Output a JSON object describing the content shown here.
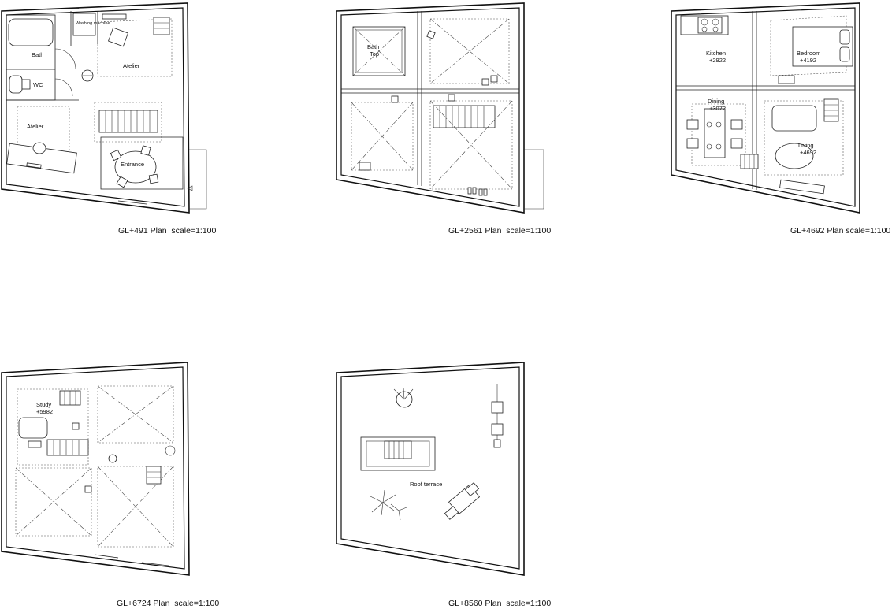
{
  "plans": [
    {
      "caption": "GL+491 Plan  scale=1:100",
      "rooms": {
        "bath": "Bath",
        "wc": "WC",
        "atelier_top": "Atelier",
        "atelier_left": "Atelier",
        "entrance": "Entrance",
        "washing": "Washing machine"
      }
    },
    {
      "caption": "GL+2561 Plan  scale=1:100",
      "rooms": {
        "bath_top_1": "Bath",
        "bath_top_2": "Top"
      }
    },
    {
      "caption": "GL+4692 Plan scale=1:100",
      "rooms": {
        "kitchen": "Kitchen",
        "kitchen_lvl": "+2922",
        "bedroom": "Bedroom",
        "bedroom_lvl": "+4192",
        "dining": "Dining",
        "dining_lvl": "+3072",
        "living": "Living",
        "living_lvl": "+4692"
      }
    },
    {
      "caption": "GL+6724 Plan  scale=1:100",
      "rooms": {
        "study": "Study",
        "study_lvl": "+5982"
      }
    },
    {
      "caption": "GL+8560 Plan  scale=1:100",
      "rooms": {
        "roof": "Roof terrace"
      }
    }
  ]
}
